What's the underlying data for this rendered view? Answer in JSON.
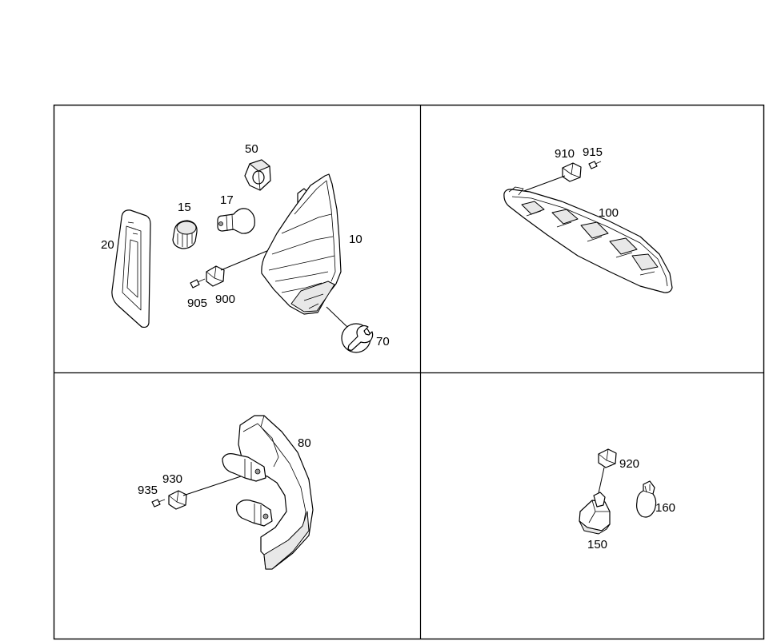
{
  "diagram": {
    "panel_top_left": {
      "labels": {
        "p50": "50",
        "p15": "15",
        "p17": "17",
        "p20": "20",
        "p10": "10",
        "p905": "905",
        "p900": "900",
        "p70": "70"
      }
    },
    "panel_top_right": {
      "labels": {
        "p910": "910",
        "p915": "915",
        "p100": "100"
      }
    },
    "panel_bottom_left": {
      "labels": {
        "p80": "80",
        "p930": "930",
        "p935": "935"
      }
    },
    "panel_bottom_right": {
      "labels": {
        "p920": "920",
        "p160": "160",
        "p150": "150"
      }
    },
    "icons": {
      "tool": "wrench-icon"
    }
  }
}
